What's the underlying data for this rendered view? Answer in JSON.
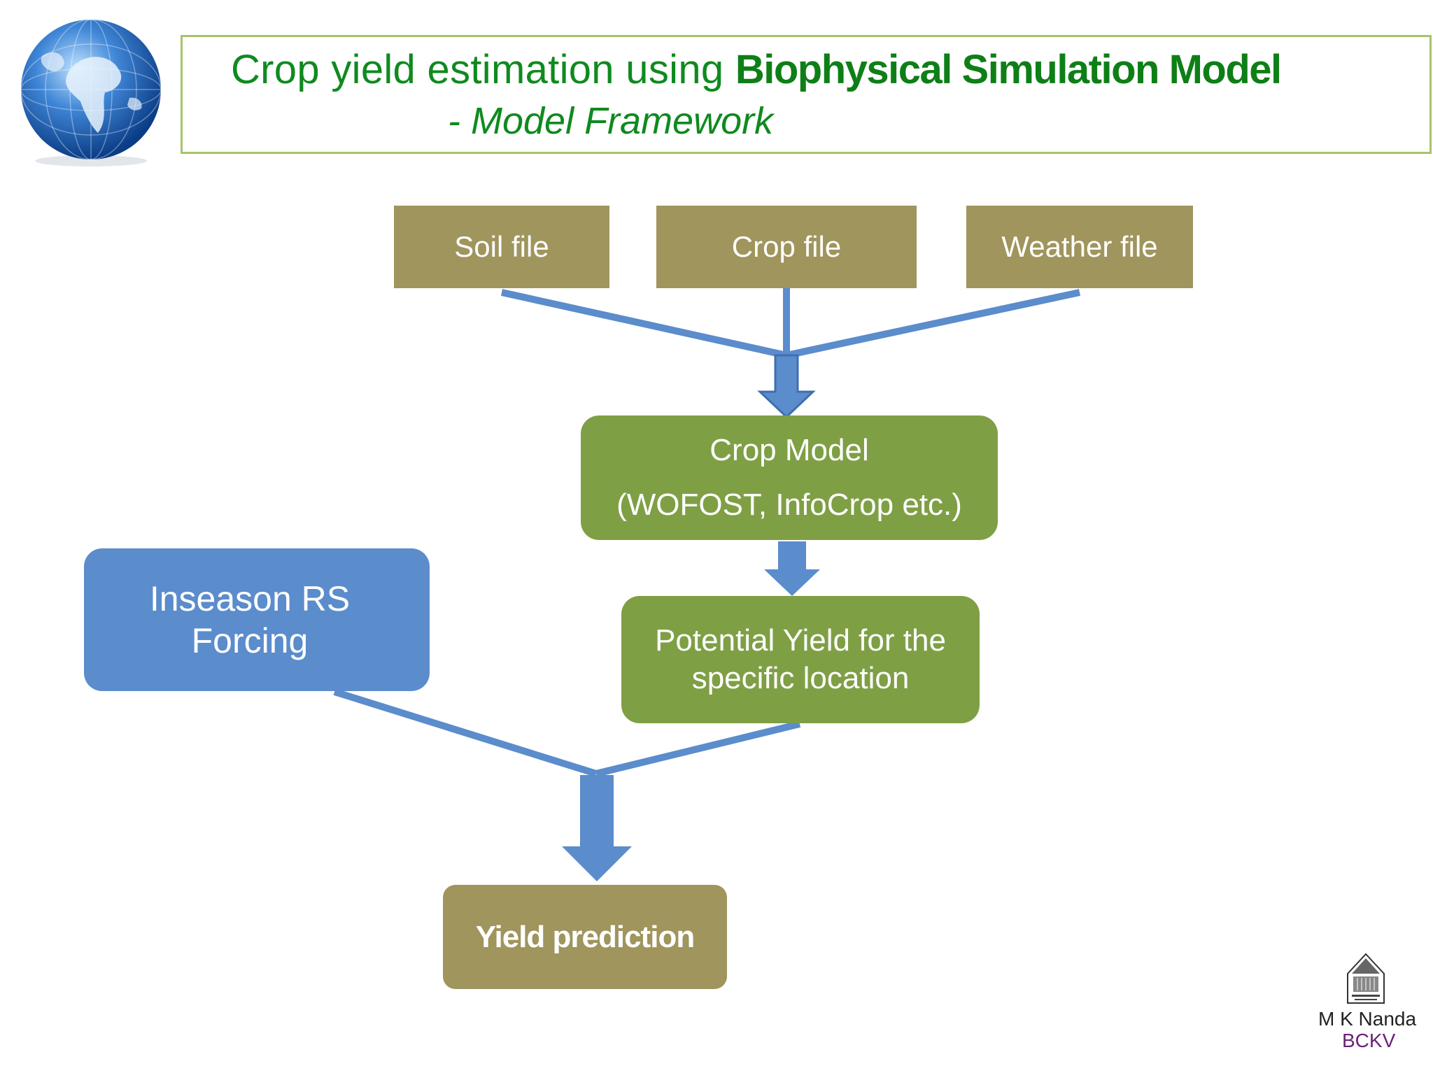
{
  "header": {
    "title_prefix": "Crop yield estimation using ",
    "title_strong": "Biophysical Simulation Model",
    "subtitle": "- Model Framework"
  },
  "inputs": {
    "soil": "Soil file",
    "crop": "Crop file",
    "weather": "Weather file"
  },
  "crop_model": {
    "line1": "Crop Model",
    "line2": "(WOFOST, InfoCrop etc.)"
  },
  "potential_yield": {
    "line1": "Potential Yield for the",
    "line2": "specific location"
  },
  "rs_forcing": {
    "line1": "Inseason RS",
    "line2": "Forcing"
  },
  "yield_prediction": {
    "label": "Yield prediction"
  },
  "author": {
    "name": "M K Nanda",
    "org": "BCKV"
  },
  "colors": {
    "title_green": "#0f8a1f",
    "olive_box": "#9f955d",
    "green_box": "#7f9f45",
    "blue_box": "#5b8ccc",
    "connector_blue": "#5b8ccc",
    "org_purple": "#6b1f7a"
  },
  "icons": {
    "header_image": "globe-icon",
    "footer_logo": "university-logo-icon"
  }
}
